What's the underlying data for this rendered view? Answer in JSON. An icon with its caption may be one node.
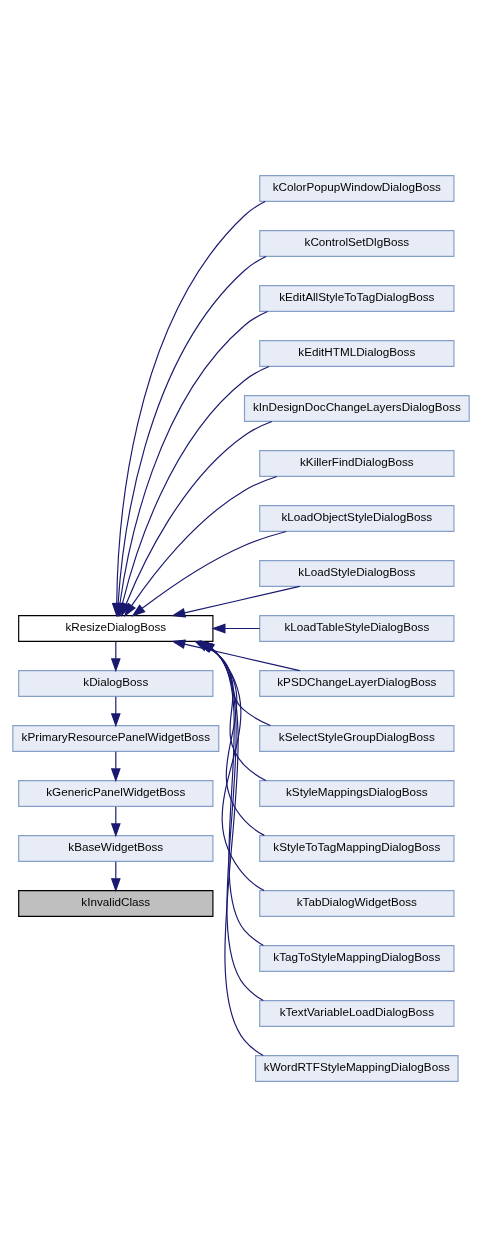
{
  "diagram": {
    "nodes": [
      {
        "text": [
          "kInvalidClass"
        ]
      },
      {
        "text": [
          "kBaseWidgetBoss"
        ]
      },
      {
        "text": [
          "kGenericPanelWidgetBoss"
        ]
      },
      {
        "text": [
          "kPrimaryResourcePanelWidgetBoss"
        ]
      },
      {
        "text": [
          "kDialogBoss"
        ]
      },
      {
        "text": [
          "kResizeDialogBoss"
        ]
      },
      {
        "text": [
          "kColorPopupWindowDialogBoss"
        ]
      },
      {
        "text": [
          "kControlSetDlgBoss"
        ]
      },
      {
        "text": [
          "kEditAllStyleToTagDialogBoss"
        ]
      },
      {
        "text": [
          "kEditHTMLDialogBoss"
        ]
      },
      {
        "text": [
          "kInDesignDocChangeLayersDialogBoss"
        ]
      },
      {
        "text": [
          "kKillerFindDialogBoss"
        ]
      },
      {
        "text": [
          "kLoadObjectStyleDialogBoss"
        ]
      },
      {
        "text": [
          "kLoadStyleDialogBoss"
        ]
      },
      {
        "text": [
          "kLoadTableStyleDialogBoss"
        ]
      },
      {
        "text": [
          "kPSDChangeLayerDialogBoss"
        ]
      },
      {
        "text": [
          "kSelectStyleGroupDialogBoss"
        ]
      },
      {
        "text": [
          "kStyleMappingsDialogBoss"
        ]
      },
      {
        "text": [
          "kStyleToTagMappingDialogBoss"
        ]
      },
      {
        "text": [
          "kTabDialogWidgetBoss"
        ]
      },
      {
        "text": [
          "kTagToStyleMappingDialogBoss"
        ]
      },
      {
        "text": [
          "kTextVariableLoadDialogBoss"
        ]
      },
      {
        "text": [
          "kWordRTFStyleMappingDialogBoss"
        ]
      }
    ],
    "edges": [
      {
        "from": 1,
        "to": 0,
        "arrow": "to"
      },
      {
        "from": 2,
        "to": 1,
        "arrow": "to"
      },
      {
        "from": 3,
        "to": 2,
        "arrow": "to"
      },
      {
        "from": 4,
        "to": 3,
        "arrow": "to"
      },
      {
        "from": 5,
        "to": 4,
        "arrow": "to"
      },
      {
        "from": 6,
        "to": 5,
        "arrow": "to"
      },
      {
        "from": 7,
        "to": 5,
        "arrow": "to"
      },
      {
        "from": 8,
        "to": 5,
        "arrow": "to"
      },
      {
        "from": 9,
        "to": 5,
        "arrow": "to"
      },
      {
        "from": 10,
        "to": 5,
        "arrow": "to"
      },
      {
        "from": 11,
        "to": 5,
        "arrow": "to"
      },
      {
        "from": 12,
        "to": 5,
        "arrow": "to"
      },
      {
        "from": 13,
        "to": 5,
        "arrow": "to"
      },
      {
        "from": 14,
        "to": 5,
        "arrow": "to"
      },
      {
        "from": 15,
        "to": 5,
        "arrow": "to"
      },
      {
        "from": 16,
        "to": 5,
        "arrow": "to"
      },
      {
        "from": 17,
        "to": 5,
        "arrow": "to"
      },
      {
        "from": 18,
        "to": 5,
        "arrow": "to"
      },
      {
        "from": 19,
        "to": 5,
        "arrow": "to"
      },
      {
        "from": 20,
        "to": 5,
        "arrow": "to"
      },
      {
        "from": 21,
        "to": 5,
        "arrow": "to"
      },
      {
        "from": 22,
        "to": 5,
        "arrow": "to"
      }
    ]
  }
}
